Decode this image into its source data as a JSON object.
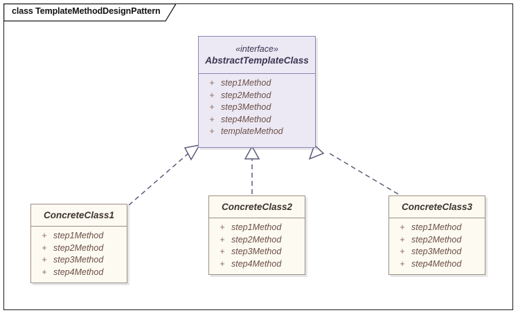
{
  "diagram": {
    "tab_label": "class TemplateMethodDesignPattern",
    "kind": "uml-class-diagram",
    "colors": {
      "interface_fill": "#ece9f5",
      "interface_border": "#8d84b3",
      "class_fill": "#fdfaf1",
      "class_border": "#9a8d84",
      "member_text": "#6b4f46",
      "connector": "#5a5a78",
      "frame_border": "#1a1a1a"
    }
  },
  "classes": {
    "abstract": {
      "stereotype": "«interface»",
      "name": "AbstractTemplateClass",
      "members": [
        {
          "visibility": "+",
          "name": "step1Method"
        },
        {
          "visibility": "+",
          "name": "step2Method"
        },
        {
          "visibility": "+",
          "name": "step3Method"
        },
        {
          "visibility": "+",
          "name": "step4Method"
        },
        {
          "visibility": "+",
          "name": "templateMethod"
        }
      ]
    },
    "concrete1": {
      "name": "ConcreteClass1",
      "members": [
        {
          "visibility": "+",
          "name": "step1Method"
        },
        {
          "visibility": "+",
          "name": "step2Method"
        },
        {
          "visibility": "+",
          "name": "step3Method"
        },
        {
          "visibility": "+",
          "name": "step4Method"
        }
      ]
    },
    "concrete2": {
      "name": "ConcreteClass2",
      "members": [
        {
          "visibility": "+",
          "name": "step1Method"
        },
        {
          "visibility": "+",
          "name": "step2Method"
        },
        {
          "visibility": "+",
          "name": "step3Method"
        },
        {
          "visibility": "+",
          "name": "step4Method"
        }
      ]
    },
    "concrete3": {
      "name": "ConcreteClass3",
      "members": [
        {
          "visibility": "+",
          "name": "step1Method"
        },
        {
          "visibility": "+",
          "name": "step2Method"
        },
        {
          "visibility": "+",
          "name": "step3Method"
        },
        {
          "visibility": "+",
          "name": "step4Method"
        }
      ]
    }
  },
  "relationships": [
    {
      "type": "realization",
      "from": "ConcreteClass1",
      "to": "AbstractTemplateClass",
      "line": "dashed",
      "arrowhead": "hollow-triangle"
    },
    {
      "type": "realization",
      "from": "ConcreteClass2",
      "to": "AbstractTemplateClass",
      "line": "dashed",
      "arrowhead": "hollow-triangle"
    },
    {
      "type": "realization",
      "from": "ConcreteClass3",
      "to": "AbstractTemplateClass",
      "line": "dashed",
      "arrowhead": "hollow-triangle"
    }
  ]
}
